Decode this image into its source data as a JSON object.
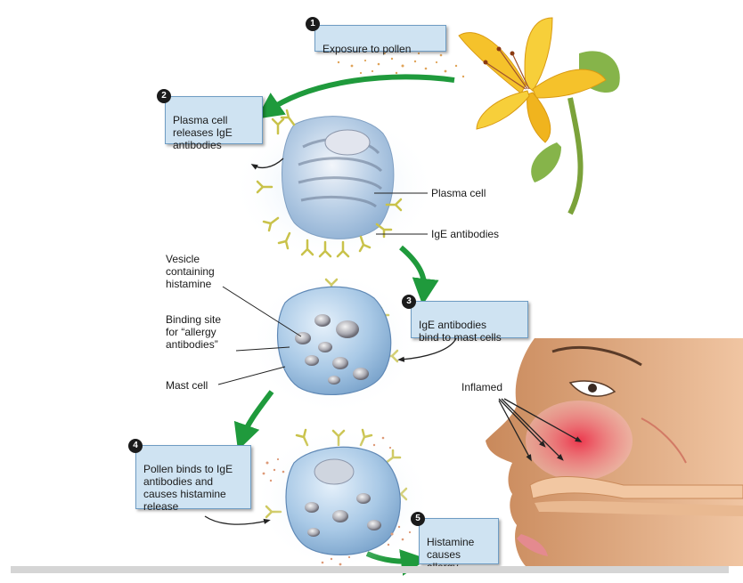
{
  "steps": [
    {
      "number": "1",
      "text": "Exposure to pollen"
    },
    {
      "number": "2",
      "text": "Plasma cell\nreleases IgE\nantibodies"
    },
    {
      "number": "3",
      "text": "IgE antibodies\nbind to mast cells"
    },
    {
      "number": "4",
      "text": "Pollen binds to IgE\nantibodies and\ncauses histamine\nrelease"
    },
    {
      "number": "5",
      "text": "Histamine\ncauses\nallergy"
    }
  ],
  "labels": {
    "plasma_cell": "Plasma cell",
    "ige_antibodies": "IgE antibodies",
    "vesicle": "Vesicle\ncontaining\nhistamine",
    "binding_site": "Binding site\nfor “allergy\nantibodies”",
    "mast_cell": "Mast cell",
    "inflamed": "Inflamed"
  },
  "colors": {
    "box_fill": "#cfe3f2",
    "box_border": "#6e9cc3",
    "arrow_green": "#1f9a3c",
    "cell_blue": "#a9c9e6",
    "antibody_yellow": "#c9c24a",
    "inflamed_red": "#e03a4a",
    "lily_yellow": "#f5c22b"
  }
}
